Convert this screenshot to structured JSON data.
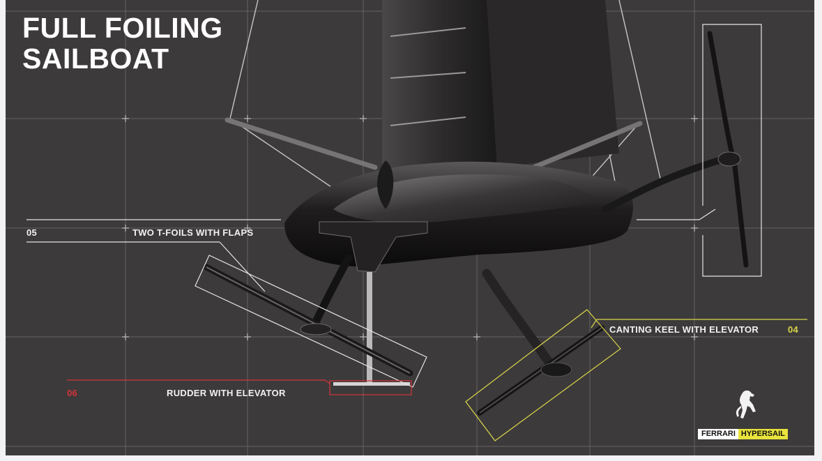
{
  "title": {
    "line1": "FULL FOILING",
    "line2": "SAILBOAT"
  },
  "callouts": {
    "tfoils": {
      "number": "05",
      "label": "TWO T-FOILS WITH FLAPS"
    },
    "keel": {
      "number": "04",
      "label": "CANTING KEEL WITH ELEVATOR"
    },
    "rudder": {
      "number": "06",
      "label": "RUDDER WITH ELEVATOR"
    }
  },
  "brand": {
    "part1": "FERRARI",
    "part2": "HYPERSAIL"
  },
  "colors": {
    "background": "#3d3a3b",
    "grid": "#6a6768",
    "keel_accent": "#d9d64a",
    "rudder_accent": "#d2343b",
    "brand_yellow": "#e8e43c"
  },
  "icons": {
    "logo": "prancing-horse-icon"
  }
}
